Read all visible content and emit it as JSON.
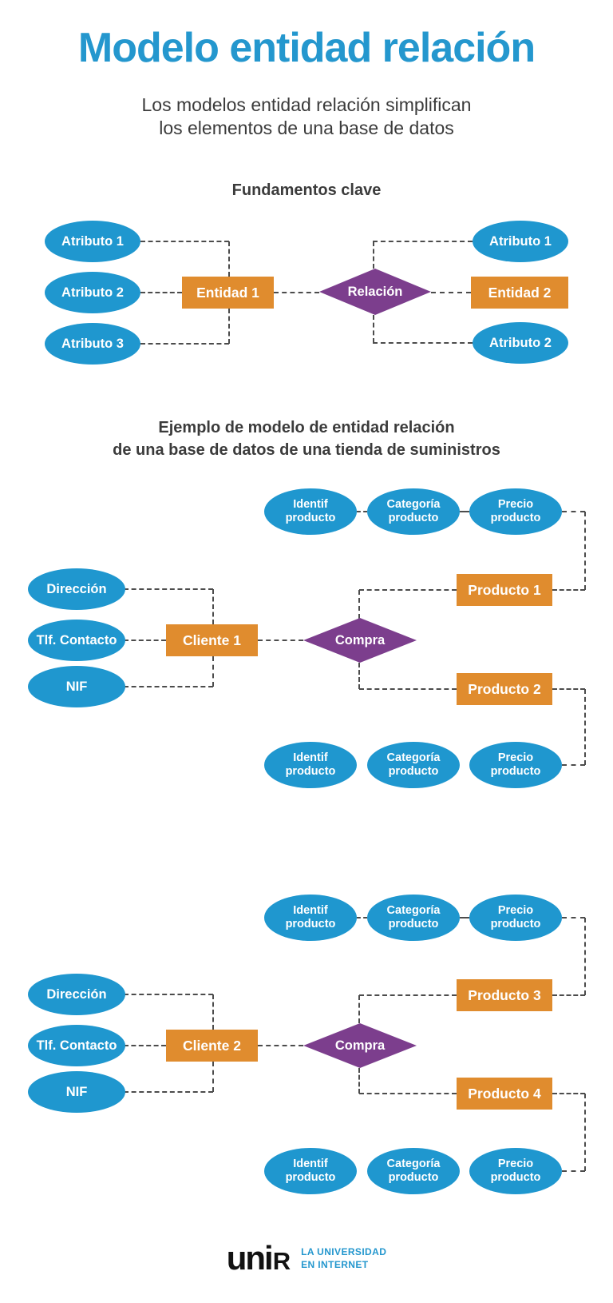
{
  "header": {
    "title": "Modelo entidad relación",
    "subtitle_line1": "Los modelos entidad relación simplifican",
    "subtitle_line2": "los elementos de una base de datos"
  },
  "fundamentals": {
    "heading": "Fundamentos clave",
    "left_attributes": [
      "Atributo 1",
      "Atributo 2",
      "Atributo 3"
    ],
    "entity_1": "Entidad 1",
    "relation": "Relación",
    "entity_2": "Entidad 2",
    "right_attributes": [
      "Atributo 1",
      "Atributo 2"
    ]
  },
  "example": {
    "heading_line1": "Ejemplo de modelo de entidad relación",
    "heading_line2": "de una base de datos de una tienda de suministros",
    "product_attributes": {
      "id": "Identif\nproducto",
      "category": "Categoría\nproducto",
      "price": "Precio\nproducto"
    },
    "client_attributes": {
      "address": "Dirección",
      "phone": "Tlf. Contacto",
      "nif": "NIF"
    },
    "diagram_1": {
      "client": "Cliente 1",
      "relation": "Compra",
      "product_top": "Producto 1",
      "product_bottom": "Producto 2"
    },
    "diagram_2": {
      "client": "Cliente 2",
      "relation": "Compra",
      "product_top": "Producto 3",
      "product_bottom": "Producto 4"
    }
  },
  "footer": {
    "logo_part1": "uni",
    "logo_part2": "R",
    "tagline_line1": "LA UNIVERSIDAD",
    "tagline_line2": "EN INTERNET"
  },
  "colors": {
    "title_blue": "#2497CE",
    "ellipse_blue": "#1F97CF",
    "entity_orange": "#E08C2E",
    "relation_purple": "#7C3E8D",
    "text_dark": "#3B3B3B",
    "connector_gray": "#4C4C4C"
  }
}
